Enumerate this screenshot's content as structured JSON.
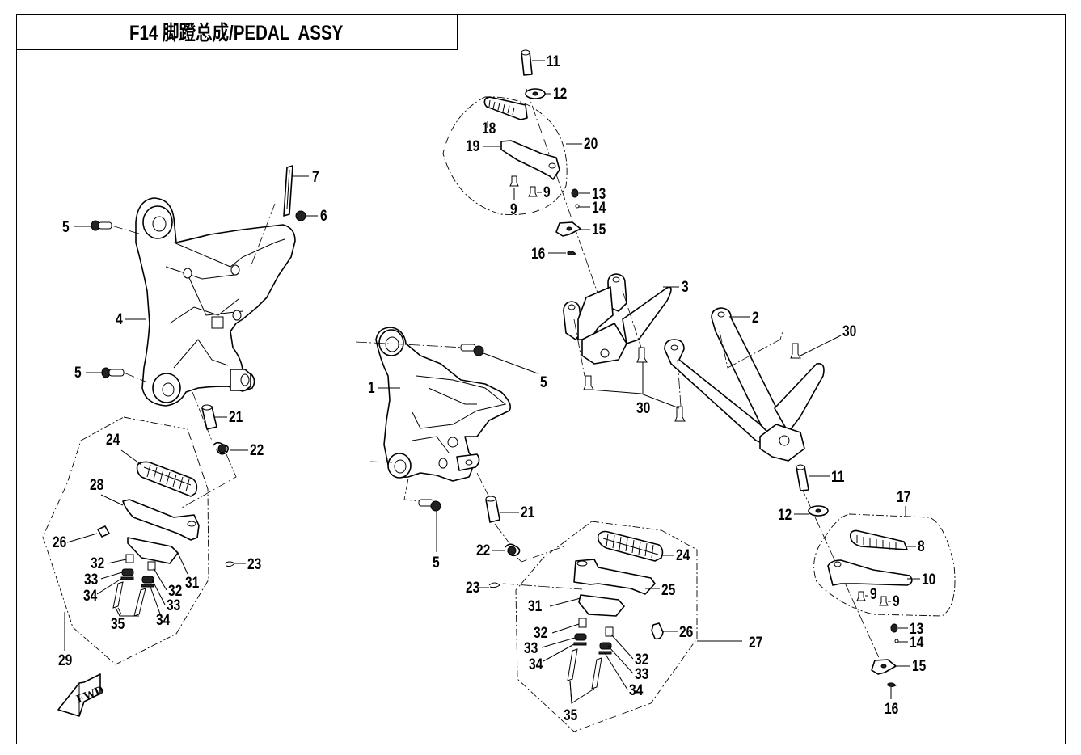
{
  "header": {
    "title": "F14 脚蹬总成/PEDAL  ASSY"
  },
  "direction_marker": {
    "label": "FWD",
    "icon": "forward-arrow-icon"
  },
  "callouts": [
    {
      "id": "c1",
      "number": "1"
    },
    {
      "id": "c2",
      "number": "2"
    },
    {
      "id": "c3",
      "number": "3"
    },
    {
      "id": "c4",
      "number": "4"
    },
    {
      "id": "c5a",
      "number": "5"
    },
    {
      "id": "c5b",
      "number": "5"
    },
    {
      "id": "c5c",
      "number": "5"
    },
    {
      "id": "c5d",
      "number": "5"
    },
    {
      "id": "c6",
      "number": "6"
    },
    {
      "id": "c7",
      "number": "7"
    },
    {
      "id": "c8",
      "number": "8"
    },
    {
      "id": "c9a",
      "number": "9"
    },
    {
      "id": "c9b",
      "number": "9"
    },
    {
      "id": "c9c",
      "number": "9"
    },
    {
      "id": "c9d",
      "number": "9"
    },
    {
      "id": "c10",
      "number": "10"
    },
    {
      "id": "c11a",
      "number": "11"
    },
    {
      "id": "c11b",
      "number": "11"
    },
    {
      "id": "c12a",
      "number": "12"
    },
    {
      "id": "c12b",
      "number": "12"
    },
    {
      "id": "c13a",
      "number": "13"
    },
    {
      "id": "c13b",
      "number": "13"
    },
    {
      "id": "c14a",
      "number": "14"
    },
    {
      "id": "c14b",
      "number": "14"
    },
    {
      "id": "c15a",
      "number": "15"
    },
    {
      "id": "c15b",
      "number": "15"
    },
    {
      "id": "c16a",
      "number": "16"
    },
    {
      "id": "c16b",
      "number": "16"
    },
    {
      "id": "c17",
      "number": "17"
    },
    {
      "id": "c18",
      "number": "18"
    },
    {
      "id": "c19",
      "number": "19"
    },
    {
      "id": "c20",
      "number": "20"
    },
    {
      "id": "c21a",
      "number": "21"
    },
    {
      "id": "c21b",
      "number": "21"
    },
    {
      "id": "c22a",
      "number": "22"
    },
    {
      "id": "c22b",
      "number": "22"
    },
    {
      "id": "c23a",
      "number": "23"
    },
    {
      "id": "c23b",
      "number": "23"
    },
    {
      "id": "c24a",
      "number": "24"
    },
    {
      "id": "c24b",
      "number": "24"
    },
    {
      "id": "c25",
      "number": "25"
    },
    {
      "id": "c26a",
      "number": "26"
    },
    {
      "id": "c26b",
      "number": "26"
    },
    {
      "id": "c27",
      "number": "27"
    },
    {
      "id": "c28",
      "number": "28"
    },
    {
      "id": "c29",
      "number": "29"
    },
    {
      "id": "c30a",
      "number": "30"
    },
    {
      "id": "c30b",
      "number": "30"
    },
    {
      "id": "c31a",
      "number": "31"
    },
    {
      "id": "c31b",
      "number": "31"
    },
    {
      "id": "c32a",
      "number": "32"
    },
    {
      "id": "c32b",
      "number": "32"
    },
    {
      "id": "c32c",
      "number": "32"
    },
    {
      "id": "c32d",
      "number": "32"
    },
    {
      "id": "c33a",
      "number": "33"
    },
    {
      "id": "c33b",
      "number": "33"
    },
    {
      "id": "c33c",
      "number": "33"
    },
    {
      "id": "c33d",
      "number": "33"
    },
    {
      "id": "c34a",
      "number": "34"
    },
    {
      "id": "c34b",
      "number": "34"
    },
    {
      "id": "c34c",
      "number": "34"
    },
    {
      "id": "c34d",
      "number": "34"
    },
    {
      "id": "c35a",
      "number": "35"
    },
    {
      "id": "c35b",
      "number": "35"
    }
  ]
}
